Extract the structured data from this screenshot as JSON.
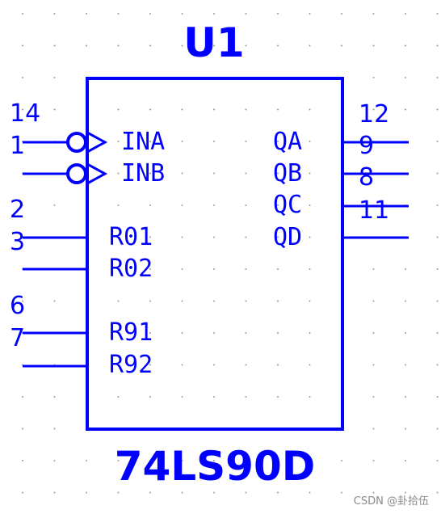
{
  "colors": {
    "primary": "#0000ff",
    "grid_dot": "#9a9a9a",
    "watermark": "#8a8a8a",
    "background": "#ffffff"
  },
  "component": {
    "ref": "U1",
    "part": "74LS90D"
  },
  "pins_left": [
    {
      "number": "14",
      "name": "INA",
      "clock": true
    },
    {
      "number": "1",
      "name": "INB",
      "clock": true
    },
    {
      "number": "2",
      "name": "R01",
      "clock": false
    },
    {
      "number": "3",
      "name": "R02",
      "clock": false
    },
    {
      "number": "6",
      "name": "R91",
      "clock": false
    },
    {
      "number": "7",
      "name": "R92",
      "clock": false
    }
  ],
  "pins_right": [
    {
      "number": "12",
      "name": "QA"
    },
    {
      "number": "9",
      "name": "QB"
    },
    {
      "number": "8",
      "name": "QC"
    },
    {
      "number": "11",
      "name": "QD"
    }
  ],
  "watermark": "CSDN @卦拾伍"
}
